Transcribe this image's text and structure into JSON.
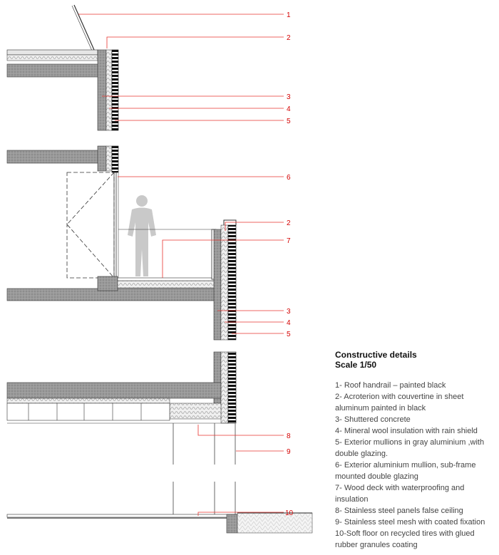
{
  "legend": {
    "title": "Constructive details",
    "scale": "Scale 1/50",
    "items": [
      "1- Roof handrail – painted black",
      "2- Acroterion with couvertine in sheet aluminum painted in black",
      "3- Shuttered concrete",
      "4- Mineral wool insulation with rain shield",
      "5- Exterior mullions in gray aluminium ,with double glazing.",
      "6- Exterior aluminium mullion, sub-frame mounted double glazing",
      "7- Wood deck with waterproofing and insulation",
      "8- Stainless steel panels false ceiling",
      "9- Stainless steel mesh with coated fixation",
      "10-Soft floor on recycled tires with glued rubber granules coating"
    ]
  },
  "callouts": [
    "1",
    "2",
    "3",
    "4",
    "5",
    "6",
    "2",
    "7",
    "3",
    "4",
    "5",
    "8",
    "9",
    "10"
  ],
  "colors": {
    "leader": "#e8342f",
    "hatch": "#777777",
    "ink": "#222222"
  }
}
